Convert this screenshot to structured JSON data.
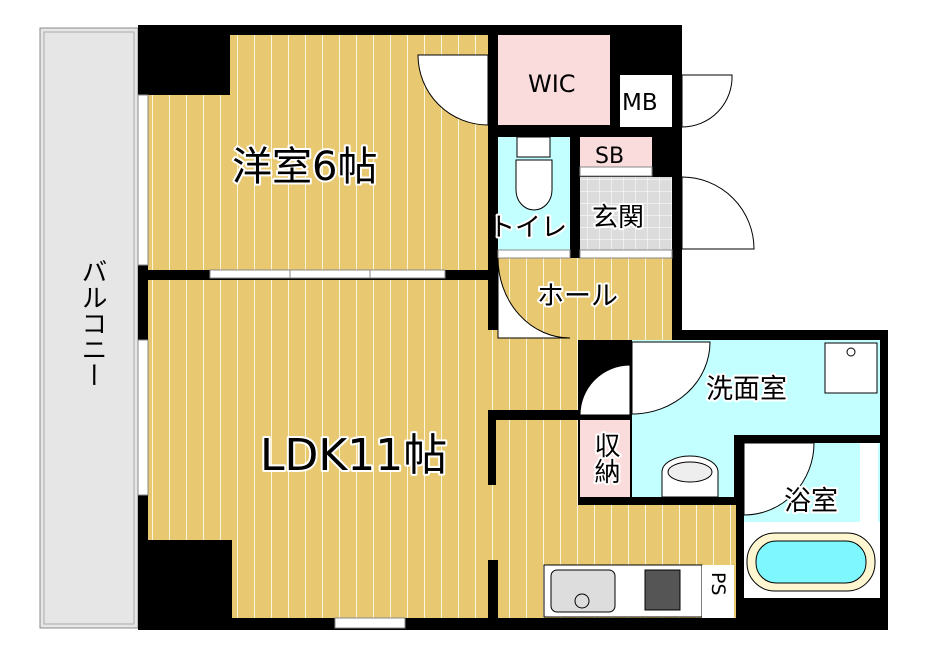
{
  "rooms": {
    "western_room": "洋室6帖",
    "ldk": "LDK11帖",
    "balcony": "バルコニー",
    "wic": "WIC",
    "mb": "MB",
    "sb": "SB",
    "toilet": "トイレ",
    "entrance": "玄関",
    "hall": "ホール",
    "washroom": "洗面室",
    "storage": "収納",
    "bathroom": "浴室",
    "ps": "PS"
  },
  "colors": {
    "wood_floor": "#e8c870",
    "wet_area": "#c4ffff",
    "storage": "#fadcdc",
    "wall": "#000000",
    "balcony": "#e6e6e6",
    "tile": "#dcdcdc",
    "bathtub": "#7ff7ff"
  }
}
